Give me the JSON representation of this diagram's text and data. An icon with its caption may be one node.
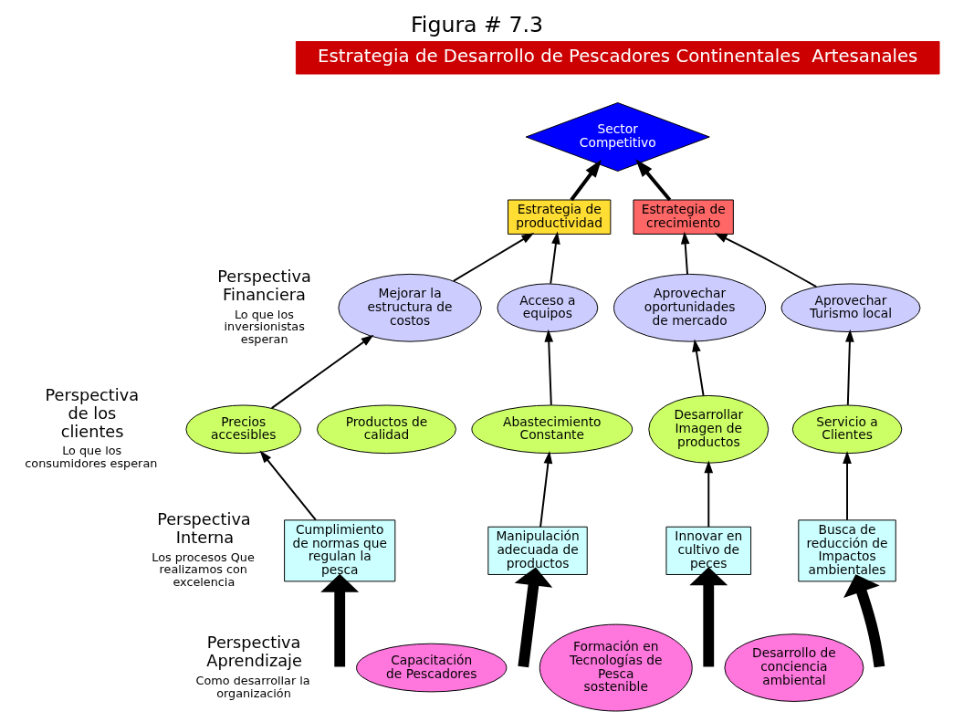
{
  "diagram": {
    "title": "Figura # 7.3",
    "nodes": [
      {
        "text": [
          "Sector Competitivo"
        ]
      },
      {
        "text": [
          "Estrategia de productividad"
        ]
      },
      {
        "text": [
          "Estrategia de crecimiento"
        ]
      },
      {
        "text": [
          "Mejorar la estructura de costos"
        ]
      },
      {
        "text": [
          "Acceso a equipos"
        ]
      },
      {
        "text": [
          "Aprovechar oportunidades de mercado"
        ]
      },
      {
        "text": [
          "Aprovechar Turismo local"
        ]
      },
      {
        "text": [
          "Precios accesibles"
        ]
      },
      {
        "text": [
          "Productos de calidad"
        ]
      },
      {
        "text": [
          "Abastecimiento Constante"
        ]
      },
      {
        "text": [
          "Desarrollar Imagen de productos"
        ]
      },
      {
        "text": [
          "Servicio a Clientes"
        ]
      },
      {
        "text": [
          "Cumplimiento de normas que regulan la pesca"
        ]
      },
      {
        "text": [
          "Manipulación adecuada de productos"
        ]
      },
      {
        "text": [
          "Innovar en cultivo de peces"
        ]
      },
      {
        "text": [
          "Busca de reducción de Impactos ambientales"
        ]
      },
      {
        "text": [
          "Capacitación de Pescadores"
        ]
      },
      {
        "text": [
          "Formación en Tecnologías de Pesca sostenible"
        ]
      },
      {
        "text": [
          "Desarrollo de conciencia ambiental"
        ]
      }
    ],
    "edges": [
      {
        "from": 1,
        "to": 0,
        "arrow": "to",
        "style": "thick"
      },
      {
        "from": 2,
        "to": 0,
        "arrow": "to",
        "style": "thick"
      },
      {
        "from": 3,
        "to": 1,
        "arrow": "to"
      },
      {
        "from": 4,
        "to": 1,
        "arrow": "to"
      },
      {
        "from": 5,
        "to": 2,
        "arrow": "to"
      },
      {
        "from": 6,
        "to": 2,
        "arrow": "to"
      },
      {
        "from": 7,
        "to": 3,
        "arrow": "to"
      },
      {
        "from": 9,
        "to": 4,
        "arrow": "to"
      },
      {
        "from": 10,
        "to": 5,
        "arrow": "to"
      },
      {
        "from": 11,
        "to": 6,
        "arrow": "to"
      },
      {
        "from": 12,
        "to": 7,
        "arrow": "to"
      },
      {
        "from": 13,
        "to": 9,
        "arrow": "to"
      },
      {
        "from": 14,
        "to": 10,
        "arrow": "to"
      },
      {
        "from": 15,
        "to": 11,
        "arrow": "to"
      },
      {
        "from": null,
        "to": 12,
        "arrow": "to",
        "style": "thick"
      },
      {
        "from": null,
        "to": 13,
        "arrow": "to",
        "style": "thick"
      },
      {
        "from": null,
        "to": 14,
        "arrow": "to",
        "style": "thick"
      },
      {
        "from": null,
        "to": 15,
        "arrow": "to",
        "style": "thick"
      }
    ],
    "labels": [
      "Estrategia de Desarrollo de Pescadores Continentales  Artesanales",
      "Perspectiva Financiera",
      "Lo que los inversionistas esperan",
      "Perspectiva de los clientes",
      "Lo que los consumidores esperan",
      "Perspectiva Interna",
      "Los procesos Que realizamos con excelencia",
      "Perspectiva Aprendizaje",
      "Como desarrollar la organización"
    ]
  }
}
